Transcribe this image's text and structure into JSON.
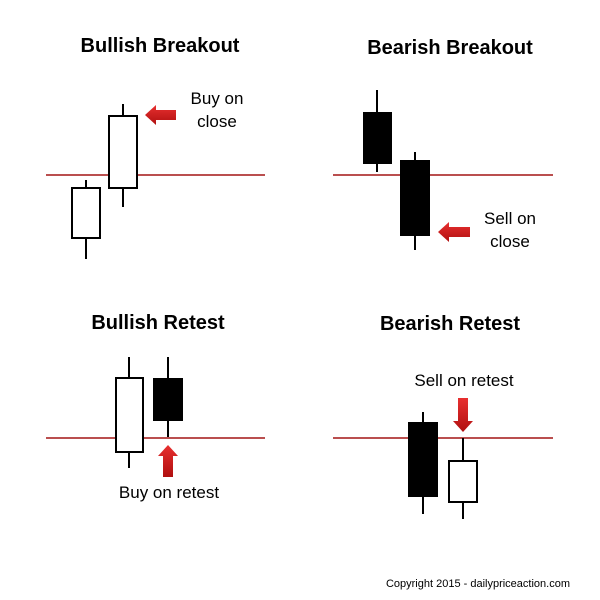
{
  "colors": {
    "level_line": "#a31515",
    "arrow": "#d81e1e",
    "candle_outline": "#000000"
  },
  "panels": [
    {
      "title": "Bullish Breakout",
      "label_lines": [
        "Buy on",
        "close"
      ]
    },
    {
      "title": "Bearish Breakout",
      "label_lines": [
        "Sell on",
        "close"
      ]
    },
    {
      "title": "Bullish Retest",
      "label_lines": [
        "Buy on retest"
      ]
    },
    {
      "title": "Bearish Retest",
      "label_lines": [
        "Sell on retest"
      ]
    }
  ],
  "copyright": "Copyright 2015 - dailypriceaction.com"
}
